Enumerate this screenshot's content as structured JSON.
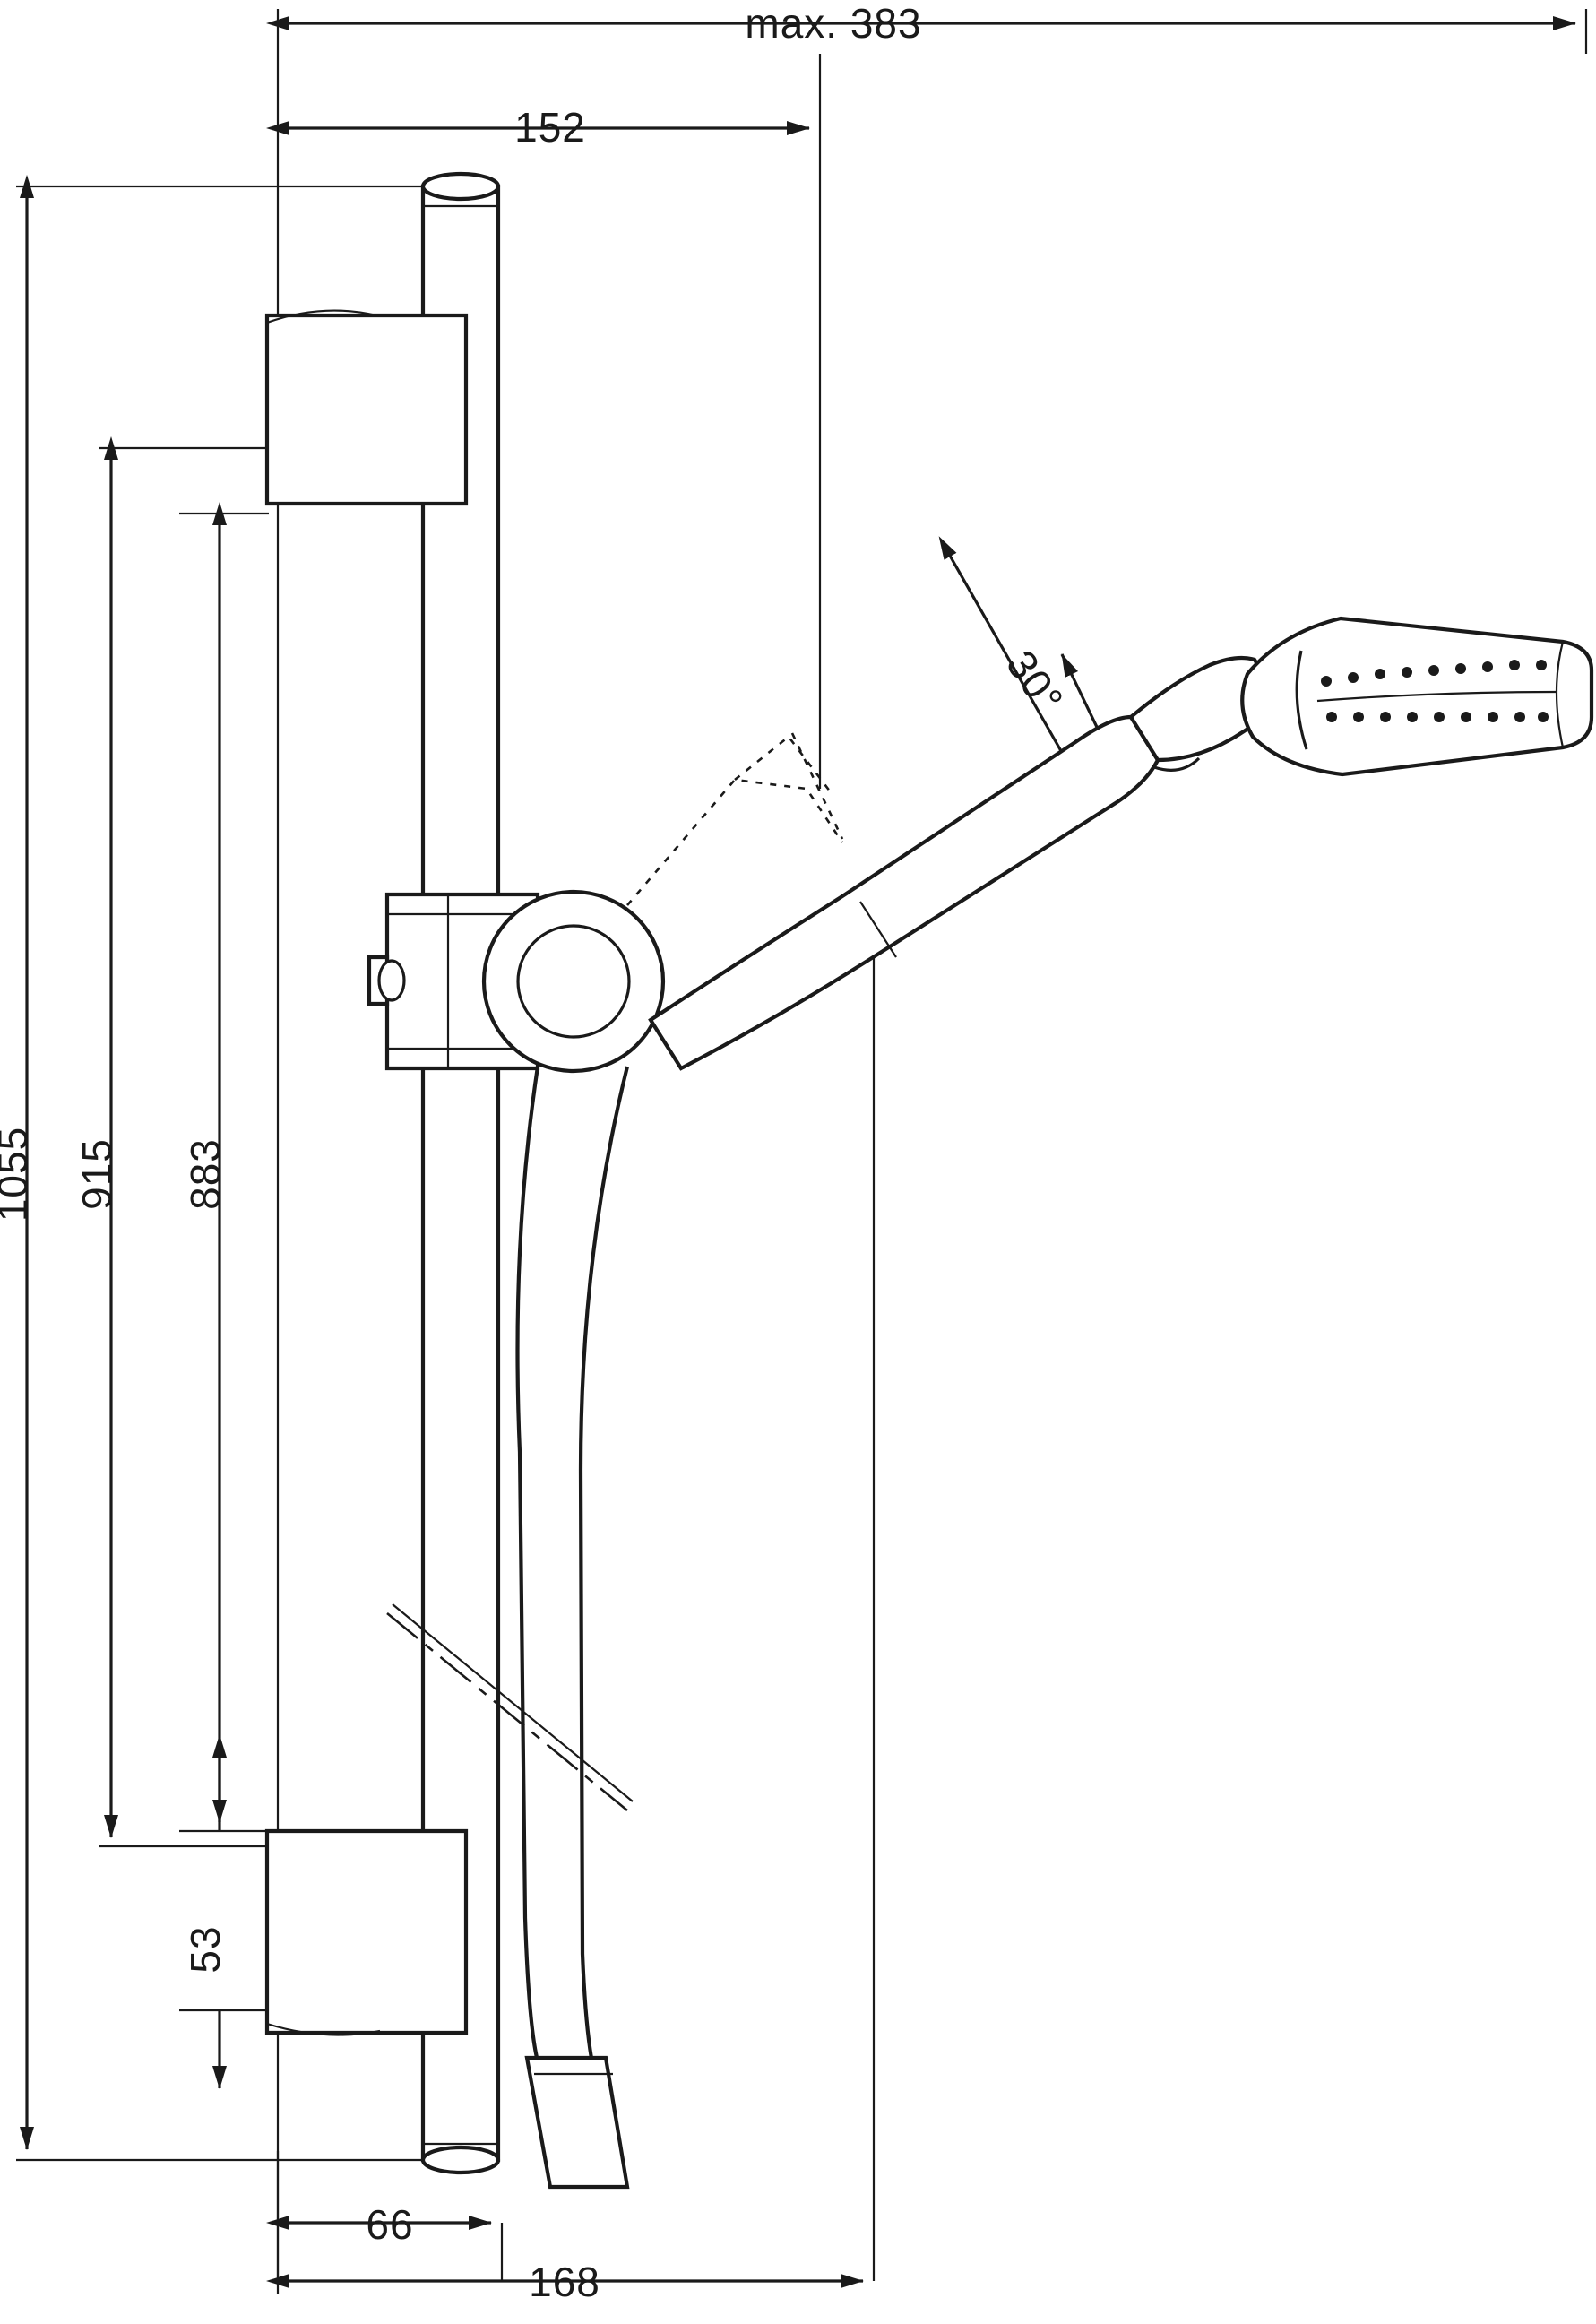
{
  "drawing": {
    "title": "Shower set technical dimension drawing",
    "units": "mm",
    "line_color": "#1a1a1a",
    "background": "#ffffff"
  },
  "dimensions": {
    "max_width_top": "max. 383",
    "offset_top": "152",
    "height_total": "1055",
    "height_upper_bracket": "915",
    "height_holder": "883",
    "height_lower_bracket": "53",
    "depth_bar": "66",
    "depth_total": "168",
    "angle": "30°"
  },
  "labels": [
    {
      "id": "max-383",
      "text": "max. 383",
      "orientation": "horizontal"
    },
    {
      "id": "d-152",
      "text": "152",
      "orientation": "horizontal"
    },
    {
      "id": "d-1055",
      "text": "1055",
      "orientation": "vertical"
    },
    {
      "id": "d-915",
      "text": "915",
      "orientation": "vertical"
    },
    {
      "id": "d-883",
      "text": "883",
      "orientation": "vertical"
    },
    {
      "id": "d-53",
      "text": "53",
      "orientation": "vertical"
    },
    {
      "id": "d-66",
      "text": "66",
      "orientation": "horizontal"
    },
    {
      "id": "d-168",
      "text": "168",
      "orientation": "horizontal"
    },
    {
      "id": "a-30",
      "text": "30°",
      "orientation": "rotated"
    }
  ]
}
